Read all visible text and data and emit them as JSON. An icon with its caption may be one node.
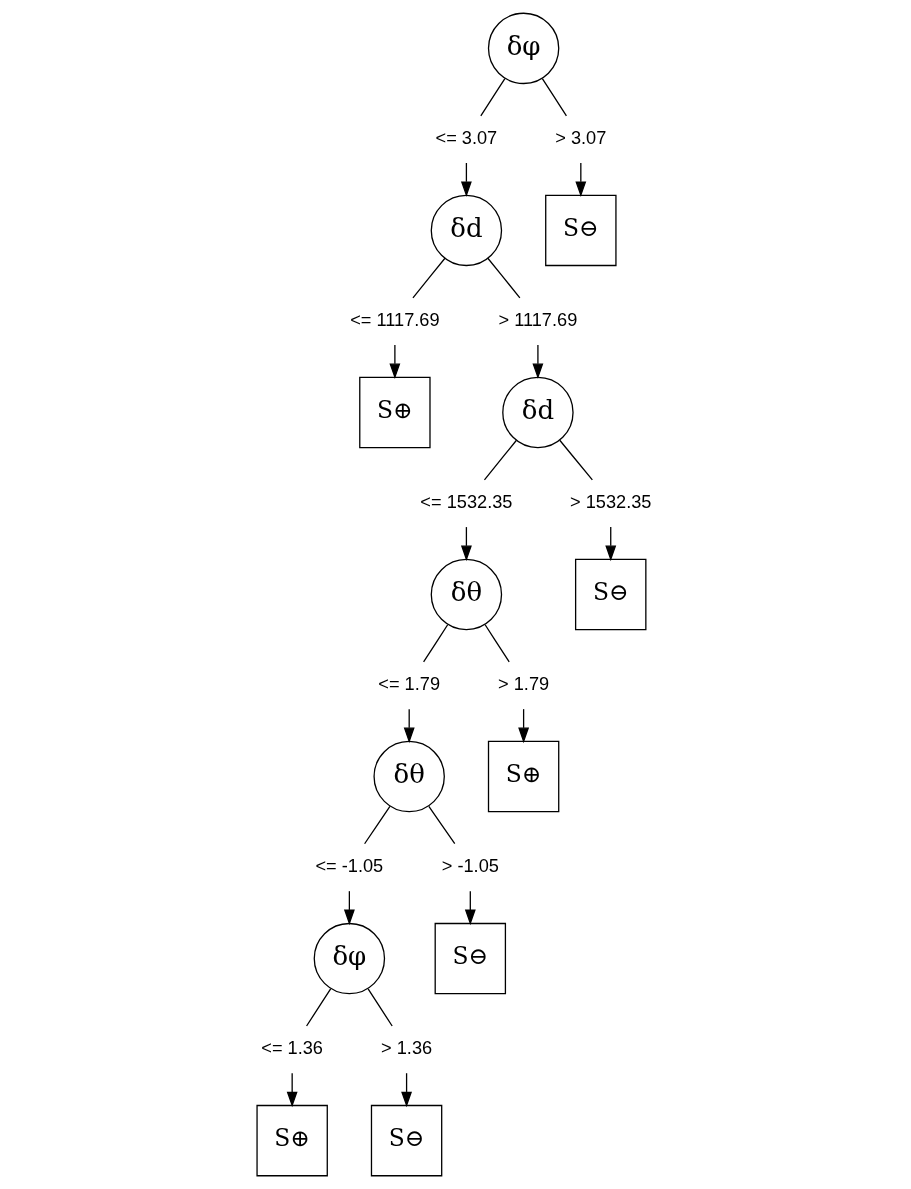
{
  "diagram": {
    "nodes": [
      {
        "text": [
          "δφ"
        ]
      },
      {
        "text": [
          "<= 3.07"
        ]
      },
      {
        "text": [
          "> 3.07"
        ]
      },
      {
        "text": [
          "δd"
        ]
      },
      {
        "text": [
          "S⊖"
        ]
      },
      {
        "text": [
          "<= 1117.69"
        ]
      },
      {
        "text": [
          "> 1117.69"
        ]
      },
      {
        "text": [
          "S⊕"
        ]
      },
      {
        "text": [
          "δd"
        ]
      },
      {
        "text": [
          "<= 1532.35"
        ]
      },
      {
        "text": [
          "> 1532.35"
        ]
      },
      {
        "text": [
          "δθ"
        ]
      },
      {
        "text": [
          "S⊖"
        ]
      },
      {
        "text": [
          "<= 1.79"
        ]
      },
      {
        "text": [
          "> 1.79"
        ]
      },
      {
        "text": [
          "δθ"
        ]
      },
      {
        "text": [
          "S⊕"
        ]
      },
      {
        "text": [
          "<= -1.05"
        ]
      },
      {
        "text": [
          "> -1.05"
        ]
      },
      {
        "text": [
          "δφ"
        ]
      },
      {
        "text": [
          "S⊖"
        ]
      },
      {
        "text": [
          "<= 1.36"
        ]
      },
      {
        "text": [
          "> 1.36"
        ]
      },
      {
        "text": [
          "S⊕"
        ]
      },
      {
        "text": [
          "S⊖"
        ]
      }
    ],
    "edges": [
      {
        "from": 0,
        "to": 1,
        "arrow": "none"
      },
      {
        "from": 0,
        "to": 2,
        "arrow": "none"
      },
      {
        "from": 1,
        "to": 3,
        "arrow": "to"
      },
      {
        "from": 2,
        "to": 4,
        "arrow": "to"
      },
      {
        "from": 3,
        "to": 5,
        "arrow": "none"
      },
      {
        "from": 3,
        "to": 6,
        "arrow": "none"
      },
      {
        "from": 5,
        "to": 7,
        "arrow": "to"
      },
      {
        "from": 6,
        "to": 8,
        "arrow": "to"
      },
      {
        "from": 8,
        "to": 9,
        "arrow": "none"
      },
      {
        "from": 8,
        "to": 10,
        "arrow": "none"
      },
      {
        "from": 9,
        "to": 11,
        "arrow": "to"
      },
      {
        "from": 10,
        "to": 12,
        "arrow": "to"
      },
      {
        "from": 11,
        "to": 13,
        "arrow": "none"
      },
      {
        "from": 11,
        "to": 14,
        "arrow": "none"
      },
      {
        "from": 13,
        "to": 15,
        "arrow": "to"
      },
      {
        "from": 14,
        "to": 16,
        "arrow": "to"
      },
      {
        "from": 15,
        "to": 17,
        "arrow": "none"
      },
      {
        "from": 15,
        "to": 18,
        "arrow": "none"
      },
      {
        "from": 17,
        "to": 19,
        "arrow": "to"
      },
      {
        "from": 18,
        "to": 20,
        "arrow": "to"
      },
      {
        "from": 19,
        "to": 21,
        "arrow": "none"
      },
      {
        "from": 19,
        "to": 22,
        "arrow": "none"
      },
      {
        "from": 21,
        "to": 23,
        "arrow": "to"
      },
      {
        "from": 22,
        "to": 24,
        "arrow": "to"
      }
    ]
  }
}
